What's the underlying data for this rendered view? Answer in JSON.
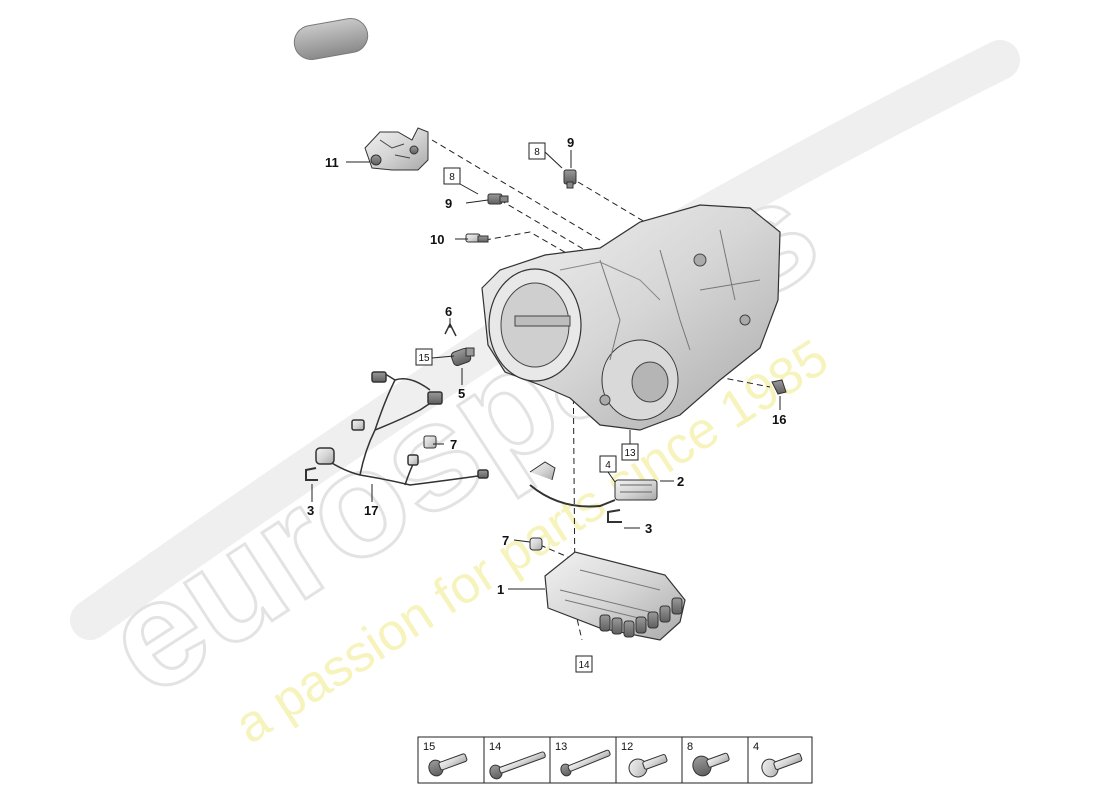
{
  "watermark": {
    "brand": "eurospares",
    "tagline": "a passion for parts since 1985"
  },
  "callouts": [
    {
      "id": "c11",
      "label": "11"
    },
    {
      "id": "c9a",
      "label": "9"
    },
    {
      "id": "c9b",
      "label": "9"
    },
    {
      "id": "c10",
      "label": "10"
    },
    {
      "id": "c6",
      "label": "6"
    },
    {
      "id": "c5",
      "label": "5"
    },
    {
      "id": "c7a",
      "label": "7"
    },
    {
      "id": "c3a",
      "label": "3"
    },
    {
      "id": "c17",
      "label": "17"
    },
    {
      "id": "c16",
      "label": "16"
    },
    {
      "id": "c2",
      "label": "2"
    },
    {
      "id": "c3b",
      "label": "3"
    },
    {
      "id": "c7b",
      "label": "7"
    },
    {
      "id": "c1",
      "label": "1"
    }
  ],
  "boxed_refs": [
    {
      "id": "b8a",
      "label": "8"
    },
    {
      "id": "b8b",
      "label": "8"
    },
    {
      "id": "b15",
      "label": "15"
    },
    {
      "id": "b13",
      "label": "13"
    },
    {
      "id": "b4",
      "label": "4"
    },
    {
      "id": "b14",
      "label": "14"
    }
  ],
  "legend": {
    "cells": [
      {
        "label": "15"
      },
      {
        "label": "14"
      },
      {
        "label": "13"
      },
      {
        "label": "12"
      },
      {
        "label": "8"
      },
      {
        "label": "4"
      }
    ]
  }
}
